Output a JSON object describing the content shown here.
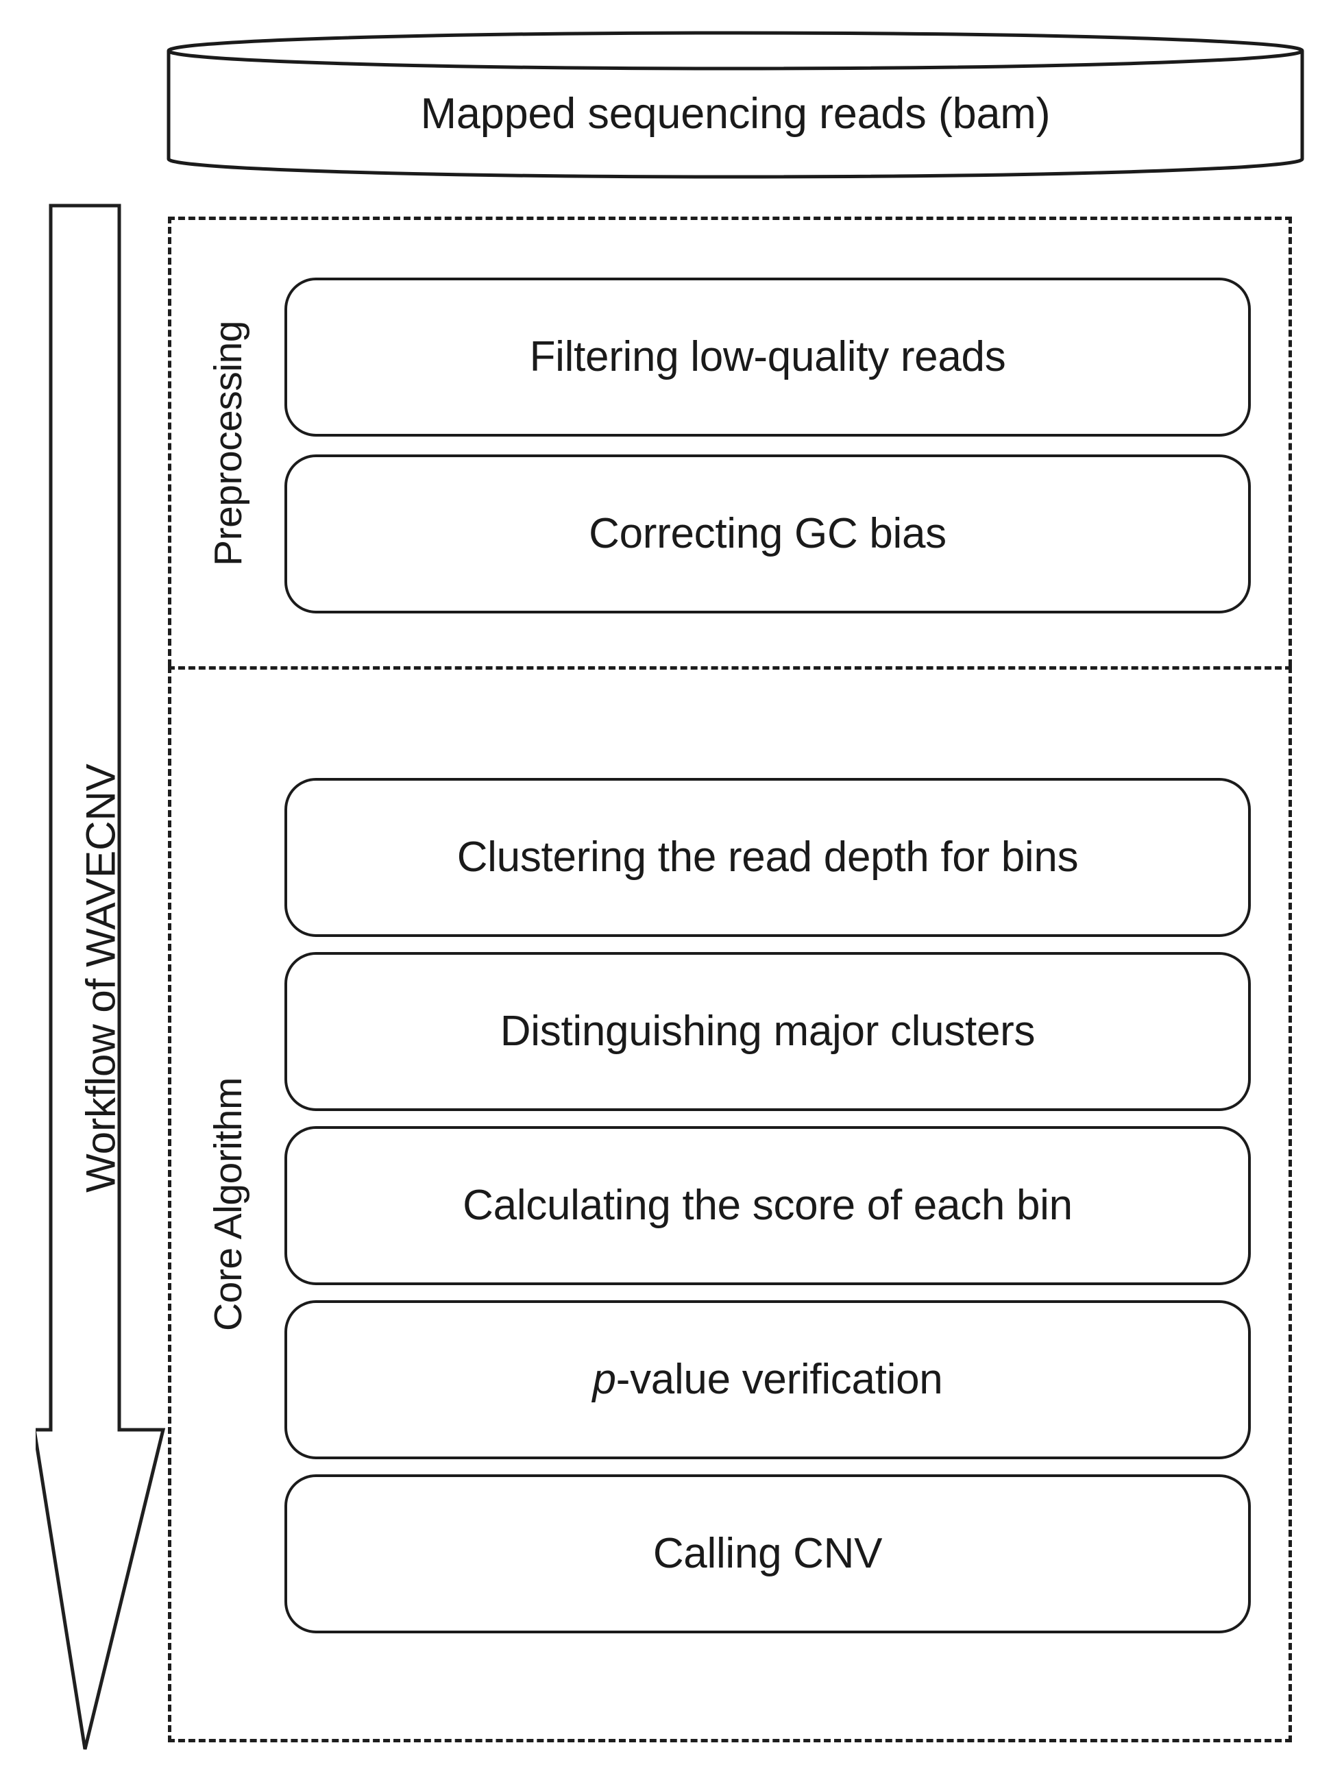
{
  "figure": {
    "title": "Workflow of WAVECNV",
    "input_source": {
      "shape": "cylinder",
      "label": "Mapped sequencing reads (bam)"
    },
    "flow_arrow": {
      "label": "Workflow of WAVECNV",
      "direction": "down",
      "icon": "down-arrow-icon"
    },
    "stages": [
      {
        "id": "preprocessing",
        "label": "Preprocessing",
        "steps": [
          {
            "label": "Filtering low-quality reads"
          },
          {
            "label": "Correcting GC bias"
          }
        ]
      },
      {
        "id": "core-algorithm",
        "label": "Core Algorithm",
        "steps": [
          {
            "label": "Clustering the read depth for bins"
          },
          {
            "label": "Distinguishing major clusters"
          },
          {
            "label": "Calculating the score of each bin"
          },
          {
            "label": "p-value verification",
            "italic_prefix": "p",
            "rest": "-value verification"
          },
          {
            "label": "Calling CNV"
          }
        ]
      }
    ],
    "colors": {
      "stroke": "#1b1b1b",
      "text": "#1a1a1a",
      "background": "#ffffff",
      "dashed_border": "#1d1d1d"
    }
  }
}
